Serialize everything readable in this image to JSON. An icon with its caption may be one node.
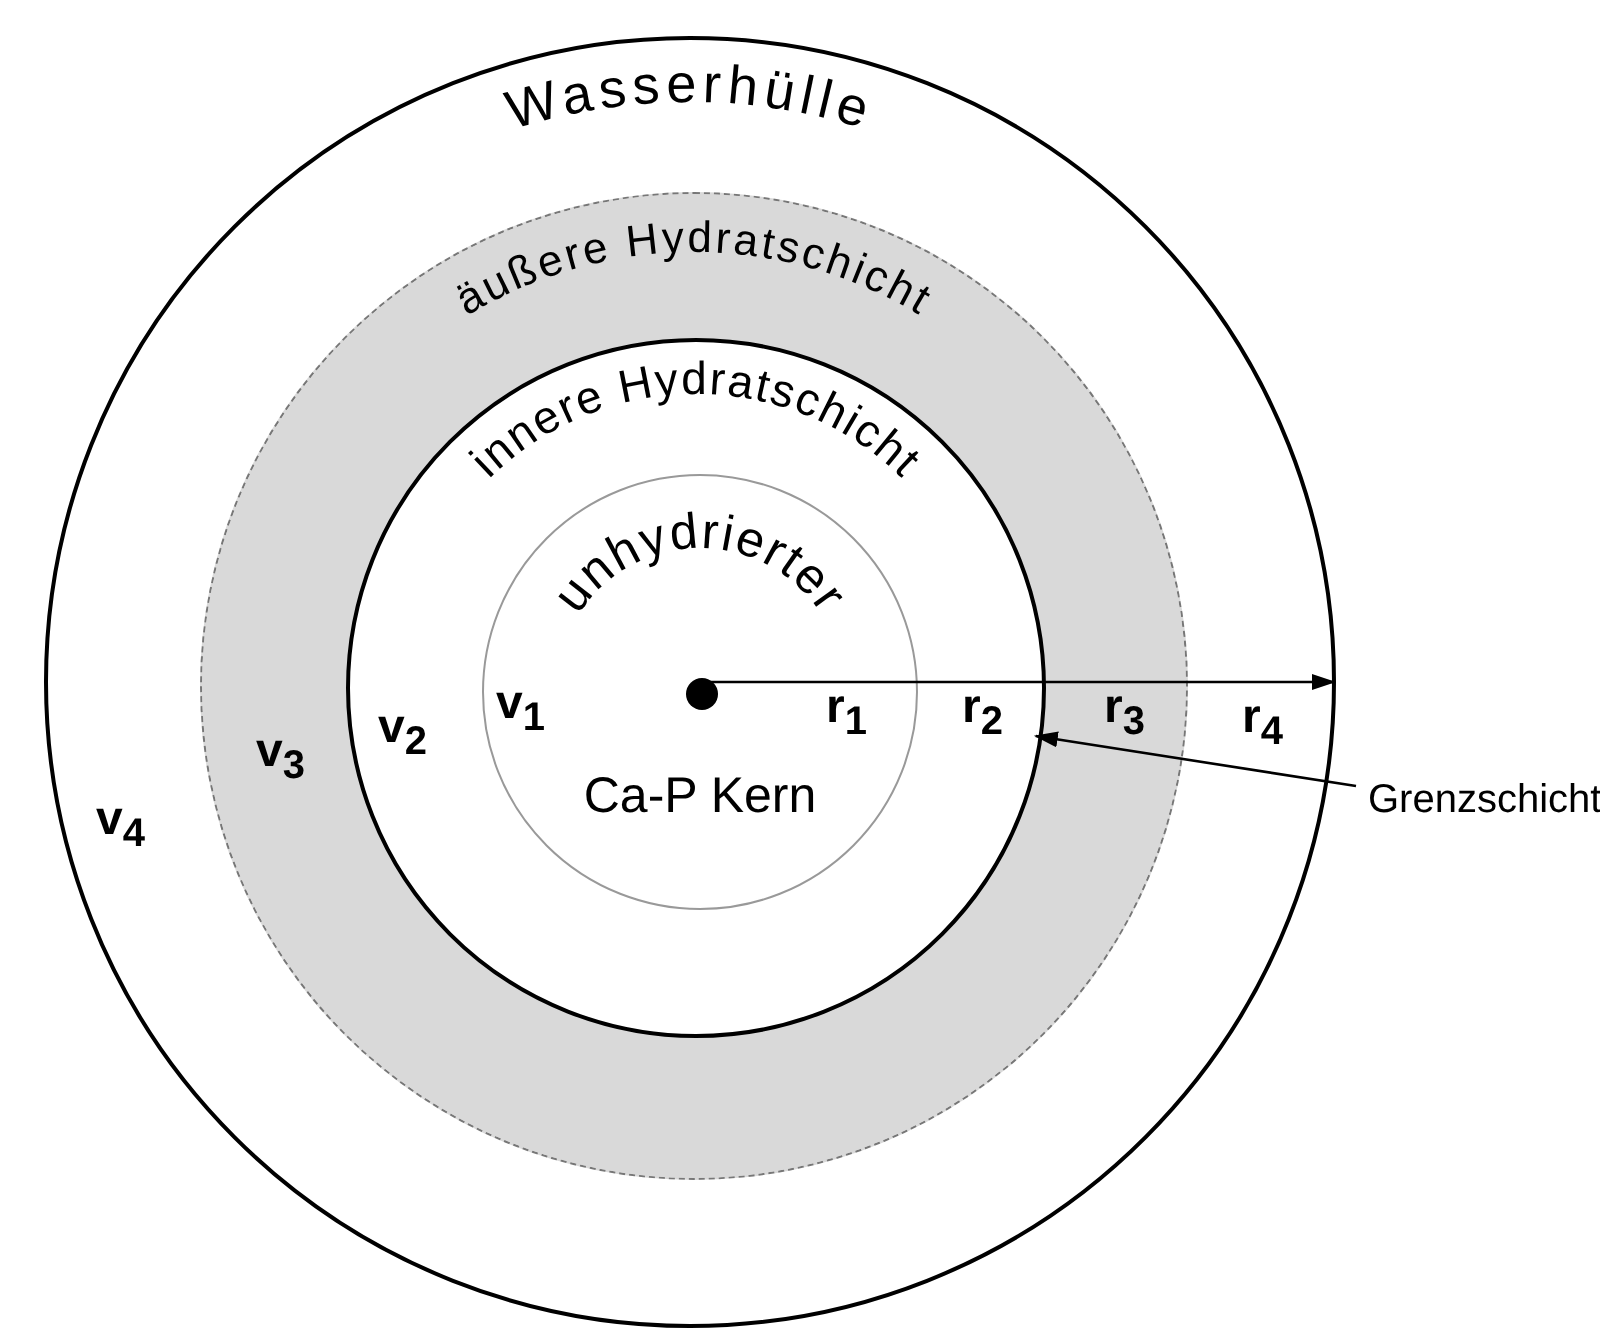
{
  "diagram": {
    "nodes": [
      {
        "text": [
          "Wasserhülle"
        ]
      },
      {
        "text": [
          "äußere Hydratschicht"
        ],
        "in": 0
      },
      {
        "text": [
          "innere Hydratschicht"
        ],
        "in": 1
      },
      {
        "text": [
          "unhydrierter",
          "Ca-P Kern"
        ],
        "in": 2
      },
      {
        "text": [],
        "shape": "circle",
        "in": 3
      },
      {
        "text": [
          "Grenzschicht"
        ]
      }
    ],
    "edges": [
      {
        "from": 5,
        "to": 2,
        "arrow": "to"
      },
      {
        "from": 4,
        "to": 0,
        "arrow": "to"
      }
    ],
    "labels": [
      "v$_{1}$",
      "r$_{1}$",
      "r$_{2}$",
      "r$_{3}$",
      "r$_{4}$",
      "v$_{3}$",
      "v$_{2}$",
      "v$_{4}$"
    ]
  }
}
